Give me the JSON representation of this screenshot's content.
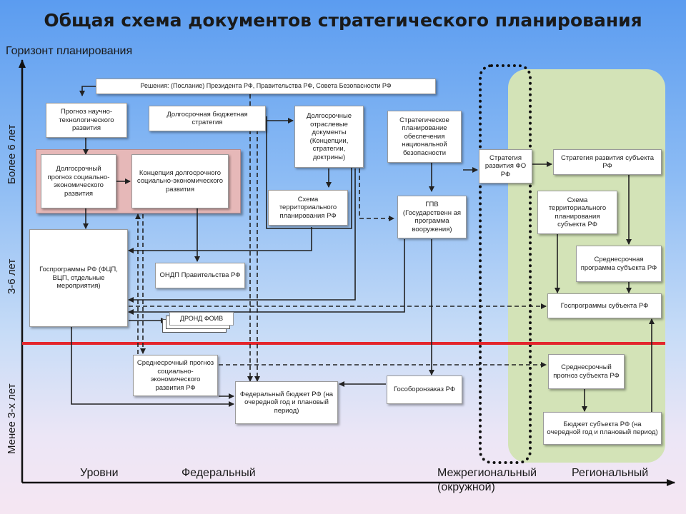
{
  "title": "Общая схема документов стратегического планирования",
  "axis": {
    "vertical_title": "Горизонт планирования",
    "horizons": [
      "Более 6 лет",
      "3-6 лет",
      "Менее 3-х лет"
    ]
  },
  "levels": {
    "label": "Уровни",
    "federal": "Федеральный",
    "interregional": "Межрегиональный\n(окружной)",
    "regional": "Региональный"
  },
  "boxes": {
    "decisions": "Решения: (Послание) Президента РФ, Правительства РФ, Совета Безопасности РФ",
    "forecast_tech": "Прогноз научно-технологического развития",
    "budget_strategy": "Долгосрочная бюджетная стратегия",
    "sector_docs": "Долгосрочные отраслевые документы (Концепции, стратегии, доктрины)",
    "strategic_security": "Стратегическое планирование обеспечения национальной безопасности",
    "long_forecast": "Долгосрочный прогноз социально-экономического развития",
    "concept": "Концепция долгосрочного социально-экономического развития",
    "territorial_scheme": "Схема территориального планирования РФ",
    "gpv": "ГПВ (Государственн ая программа вооружения)",
    "state_programs": "Госпрограммы РФ (ФЦП, ВЦП, отдельные мероприятия)",
    "ondp": "ОНДП Правительства РФ",
    "drond": "ДРОНД ФОИВ",
    "mid_forecast": "Среднесрочный прогноз социально-экономического развития РФ",
    "federal_budget": "Федеральный бюджет РФ (на очередной год и плановый период)",
    "defense_order": "Гособоронзаказ РФ",
    "fo_strategy": "Стратегия развития ФО РФ",
    "subject_strategy": "Стратегия развития субъекта РФ",
    "subject_scheme": "Схема территориального планирования субъекта РФ",
    "subject_mid_program": "Среднесрочная программа субъекта РФ",
    "subject_programs": "Госпрограммы субъекта РФ",
    "subject_mid_forecast": "Среднесрочный прогноз субъекта РФ",
    "subject_budget": "Бюджет субъекта РФ (на очередной год и плановый период)"
  },
  "colors": {
    "divider": "#e3262d",
    "regional_area": "#d3e3b7",
    "pink_group": "#e6b8b8"
  }
}
